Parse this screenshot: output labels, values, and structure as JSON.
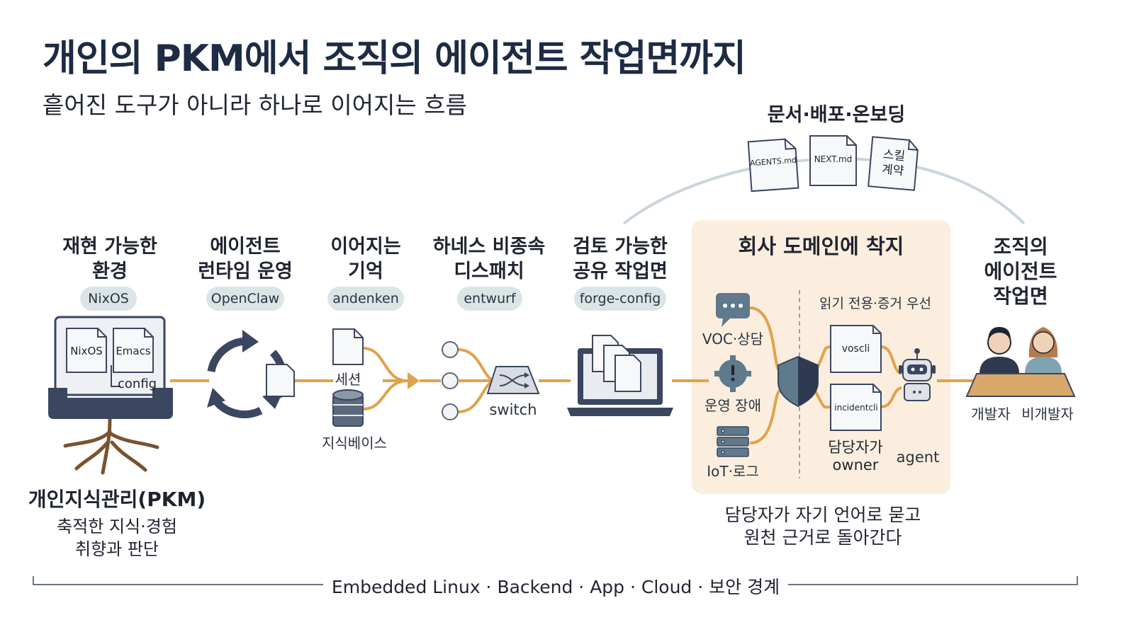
{
  "title": "개인의 PKM에서 조직의 에이전트 작업면까지",
  "subtitle": "흩어진 도구가 아니라 하나로 이어지는 흐름",
  "docs_group": {
    "title": "문서·배포·온보딩",
    "docs": [
      "AGENTS.md",
      "NEXT.md",
      "스킬\n계약"
    ]
  },
  "stages": [
    {
      "title_line1": "재현 가능한",
      "title_line2": "환경",
      "tool": "NixOS"
    },
    {
      "title_line1": "에이전트",
      "title_line2": "런타임 운영",
      "tool": "OpenClaw"
    },
    {
      "title_line1": "이어지는",
      "title_line2": "기억",
      "tool": "andenken"
    },
    {
      "title_line1": "하네스 비종속",
      "title_line2": "디스패치",
      "tool": "entwurf"
    },
    {
      "title_line1": "검토 가능한",
      "title_line2": "공유 작업면",
      "tool": "forge-config"
    }
  ],
  "pkm": {
    "doc_nixos": "NixOS",
    "doc_emacs": "Emacs",
    "config": "config",
    "label": "개인지식관리(PKM)",
    "caption_line1": "축적한 지식·경험",
    "caption_line2": "취향과 판단"
  },
  "memory": {
    "session": "세션",
    "kb": "지식베이스"
  },
  "dispatch": {
    "switch": "switch"
  },
  "company": {
    "title": "회사 도메인에 착지",
    "readonly": "읽기 전용·증거 우선",
    "sources": [
      "VOC·상담",
      "운영 장애",
      "IoT·로그"
    ],
    "clis": [
      "voscli",
      "incidentcli"
    ],
    "owner_line1": "담당자가",
    "owner_line2": "owner",
    "agent": "agent",
    "caption_line1": "담당자가 자기 언어로 묻고",
    "caption_line2": "원천 근거로 돌아간다"
  },
  "org": {
    "title_line1": "조직의",
    "title_line2": "에이전트",
    "title_line3": "작업면",
    "dev": "개발자",
    "nondev": "비개발자"
  },
  "bottom": "Embedded Linux · Backend · App · Cloud · 보안 경계",
  "colors": {
    "accent_orange": "#e0a24a",
    "navy": "#3b4660",
    "pill": "#dbe5e6",
    "company_bg": "#fbeede",
    "arc": "#c9d6dc",
    "title": "#1d2b44"
  }
}
